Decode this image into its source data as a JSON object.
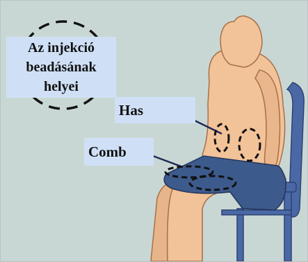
{
  "legend": {
    "line1": "Az injekció",
    "line2": "beadásának",
    "line3": "helyei"
  },
  "labels": {
    "abdomen": "Has",
    "thigh": "Comb"
  },
  "colors": {
    "background": "#c9d7d4",
    "skin": "#f2c298",
    "skin_outline": "#a86f48",
    "shorts": "#3d5a8c",
    "chair": "#4b68a6",
    "label_box": "#cfe0f6",
    "marker": "#111111"
  }
}
